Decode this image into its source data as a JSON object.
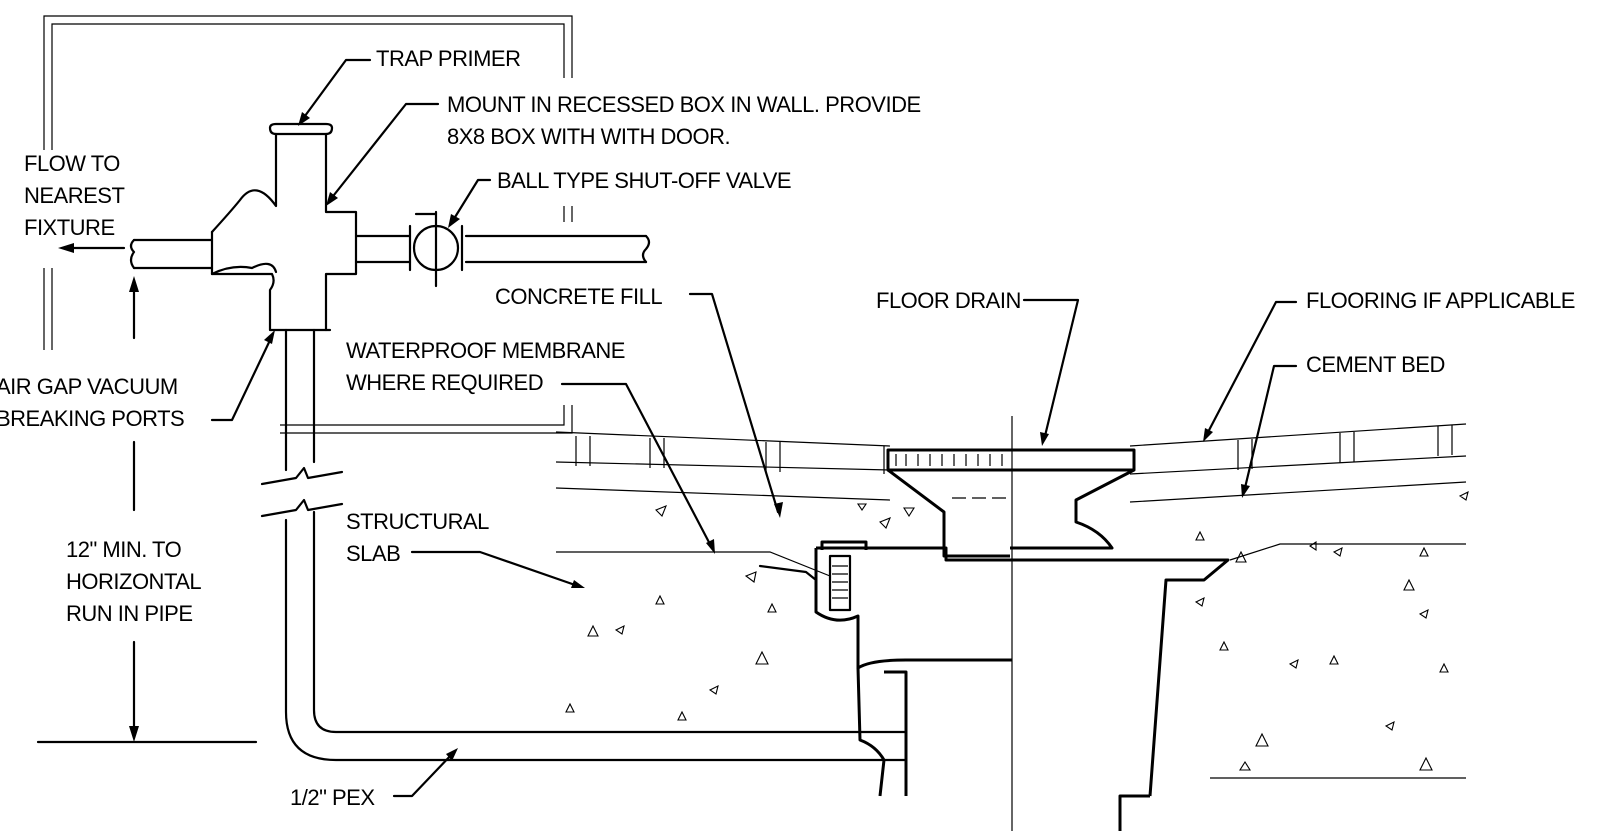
{
  "labels": {
    "trap_primer": "TRAP PRIMER",
    "mount_line1": "MOUNT IN RECESSED BOX IN WALL. PROVIDE",
    "mount_line2": "8X8 BOX WITH WITH DOOR.",
    "ball_valve": "BALL TYPE SHUT-OFF VALVE",
    "flow_line1": "FLOW TO",
    "flow_line2": "NEAREST",
    "flow_line3": "FIXTURE",
    "concrete_fill": "CONCRETE FILL",
    "floor_drain": "FLOOR DRAIN",
    "flooring": "FLOORING IF APPLICABLE",
    "cement_bed": "CEMENT BED",
    "membrane_line1": "WATERPROOF MEMBRANE",
    "membrane_line2": "WHERE REQUIRED",
    "air_gap_line1": "AIR GAP VACUUM",
    "air_gap_line2": "BREAKING PORTS",
    "structural_line1": "STRUCTURAL",
    "structural_line2": "SLAB",
    "min12_line1": "12\" MIN. TO",
    "min12_line2": "HORIZONTAL",
    "min12_line3": "RUN IN PIPE",
    "pex": "1/2\" PEX"
  },
  "colors": {
    "ink": "#000000",
    "paper": "#ffffff"
  }
}
